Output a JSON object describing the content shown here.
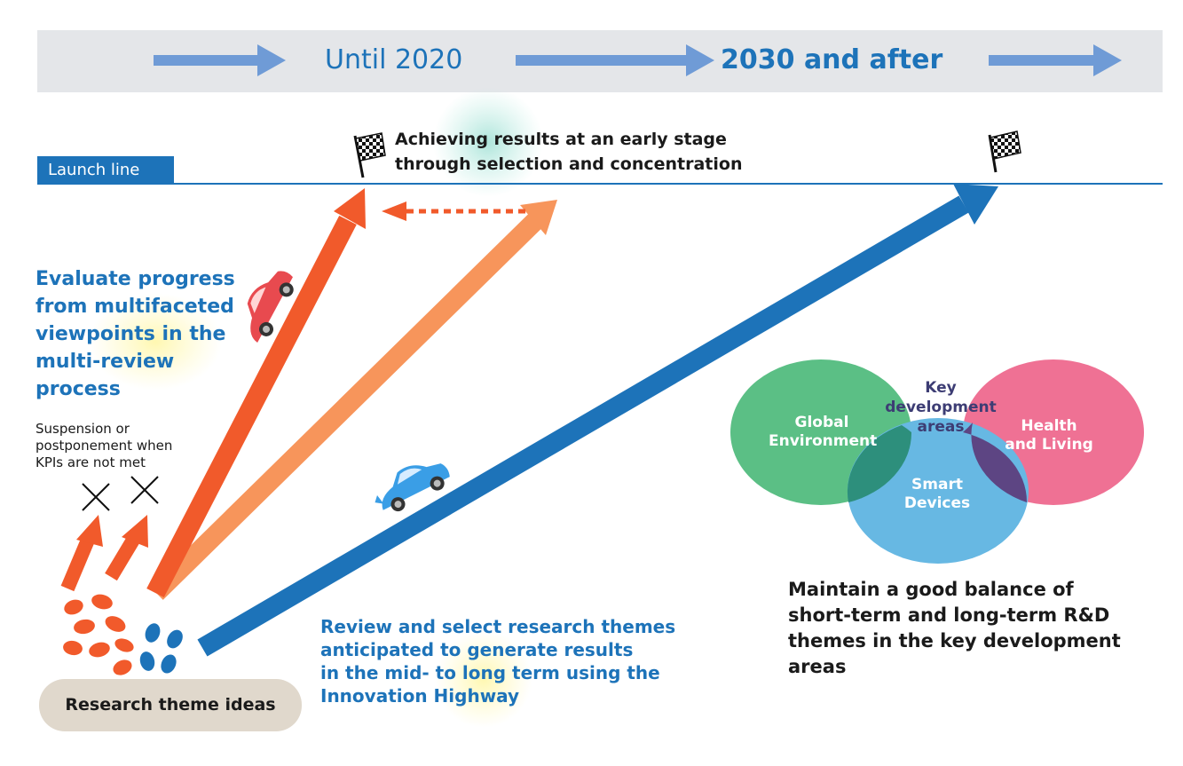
{
  "timeline": {
    "era_1": "Until 2020",
    "era_2": "2030 and after"
  },
  "launch_line_label": "Launch line",
  "goal_text": "Achieving  results at an early stage\nthrough selection and concentration",
  "evaluate_text": "Evaluate progress\nfrom multifaceted\nviewpoints in the\nmulti-review\nprocess",
  "suspend_text": "Suspension or\npostponement when\nKPIs are not met",
  "review_text": "Review and select research themes\nanticipated to generate results\nin the mid- to long term using the\nInnovation Highway",
  "ideas_label": "Research theme ideas",
  "venn": {
    "key": "Key\ndevelopment\nareas",
    "global": "Global\nEnvironment",
    "health": "Health\nand Living",
    "smart": "Smart\nDevices"
  },
  "balance_text": "Maintain a good balance of\nshort-term and long-term R&D\nthemes in the key development\nareas",
  "colors": {
    "brand_blue": "#1d73b9",
    "banner_arrow": "#6f9bd6",
    "red_orange": "#f15a2b",
    "light_orange": "#f7955b",
    "venn_green": "#5bbf85",
    "venn_pink": "#ef7194",
    "venn_blue": "#67b8e3"
  }
}
